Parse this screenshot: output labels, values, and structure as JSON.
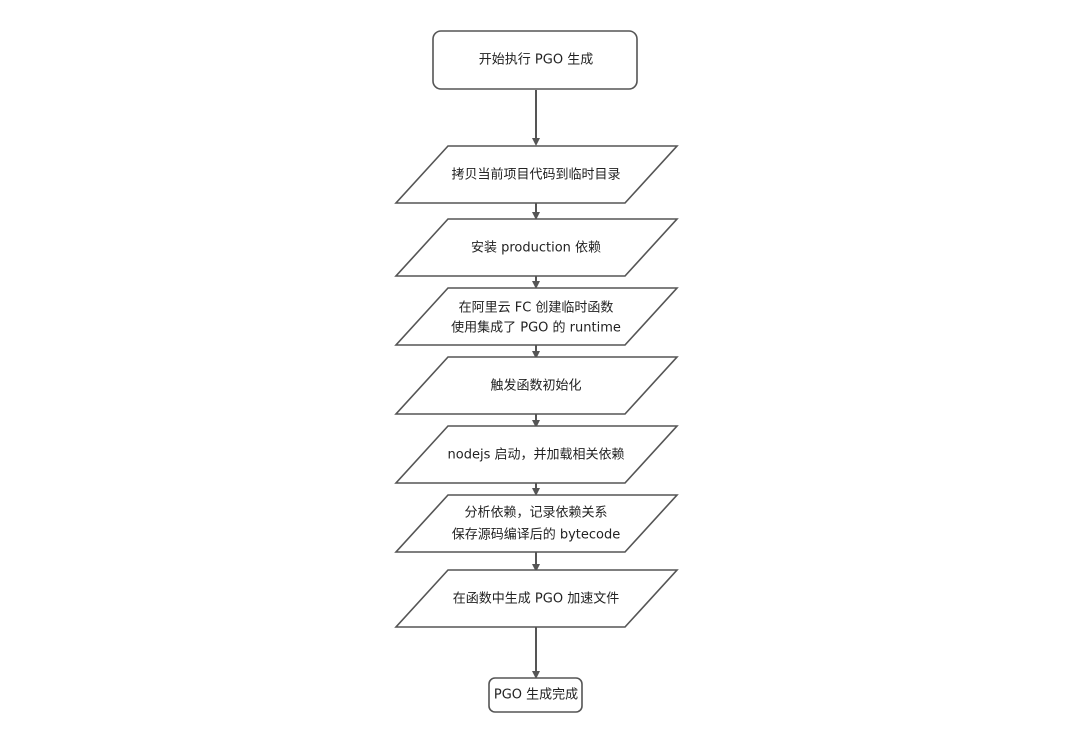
{
  "diagram": {
    "start": {
      "text": "开始执行 PGO 生成"
    },
    "steps": [
      {
        "lines": [
          "拷贝当前项目代码到临时目录"
        ]
      },
      {
        "lines": [
          "安装 production 依赖"
        ]
      },
      {
        "lines": [
          "在阿里云 FC 创建临时函数",
          "使用集成了 PGO 的 runtime"
        ]
      },
      {
        "lines": [
          "触发函数初始化"
        ]
      },
      {
        "lines": [
          "nodejs 启动，并加载相关依赖"
        ]
      },
      {
        "lines": [
          "分析依赖，记录依赖关系",
          "保存源码编译后的 bytecode"
        ]
      },
      {
        "lines": [
          "在函数中生成 PGO 加速文件"
        ]
      }
    ],
    "end": {
      "text": "PGO 生成完成"
    }
  }
}
